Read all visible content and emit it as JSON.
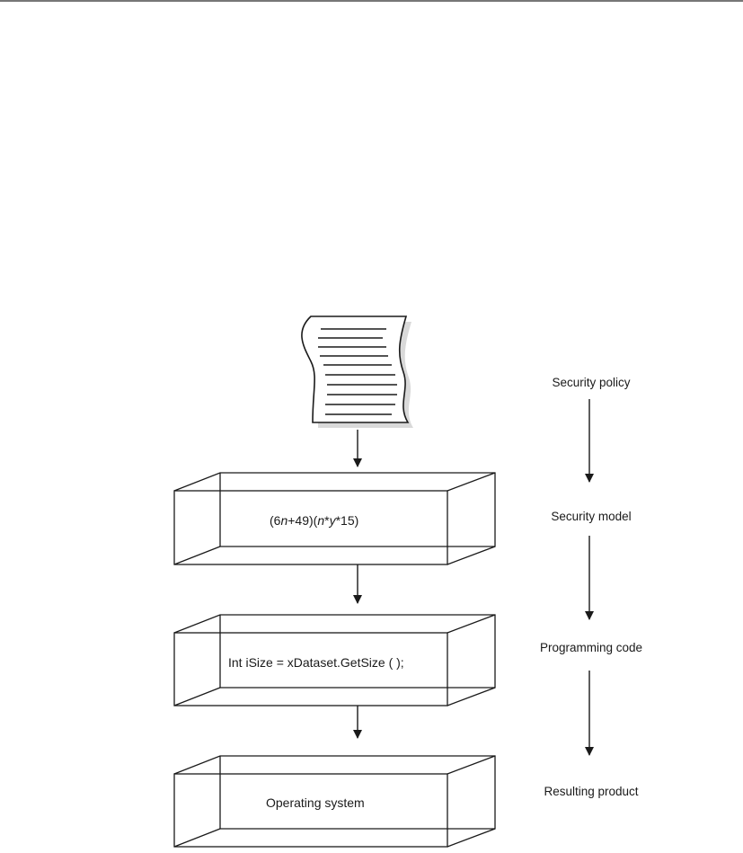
{
  "stages": [
    {
      "label": "Security policy"
    },
    {
      "label": "Security model",
      "box_text_parts": [
        {
          "t": "(6",
          "italic": false
        },
        {
          "t": "n",
          "italic": true
        },
        {
          "t": "+49)(",
          "italic": false
        },
        {
          "t": "n",
          "italic": true
        },
        {
          "t": "*",
          "italic": false
        },
        {
          "t": "y",
          "italic": true
        },
        {
          "t": "*15)",
          "italic": false
        }
      ]
    },
    {
      "label": "Programming code",
      "box_text": "Int iSize = xDataset.GetSize ( );"
    },
    {
      "label": "Resulting product",
      "box_text": "Operating system"
    }
  ]
}
